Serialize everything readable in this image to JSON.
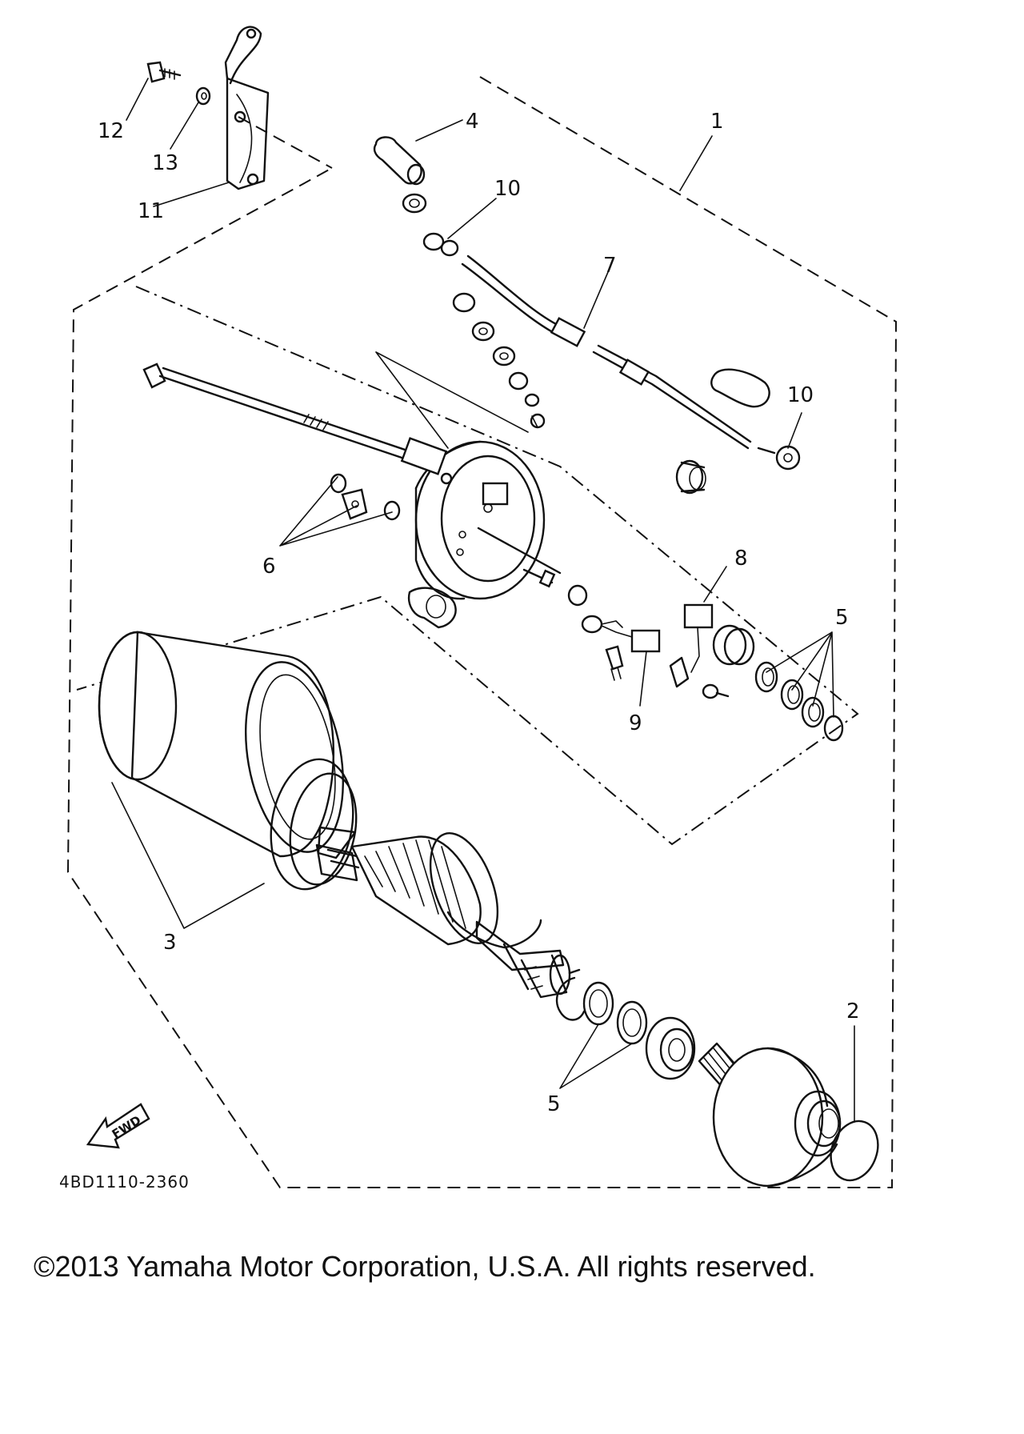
{
  "diagram": {
    "callouts": {
      "c1": "1",
      "c2": "2",
      "c3": "3",
      "c4": "4",
      "c5_upper": "5",
      "c5_lower": "5",
      "c6": "6",
      "c7": "7",
      "c8": "8",
      "c9": "9",
      "c10_upper": "10",
      "c10_lower": "10",
      "c11": "11",
      "c12": "12",
      "c13": "13"
    },
    "direction_label": "FWD",
    "drawing_code": "4BD1110-2360"
  },
  "footer": {
    "copyright": "©2013 Yamaha Motor Corporation, U.S.A. All rights reserved."
  }
}
